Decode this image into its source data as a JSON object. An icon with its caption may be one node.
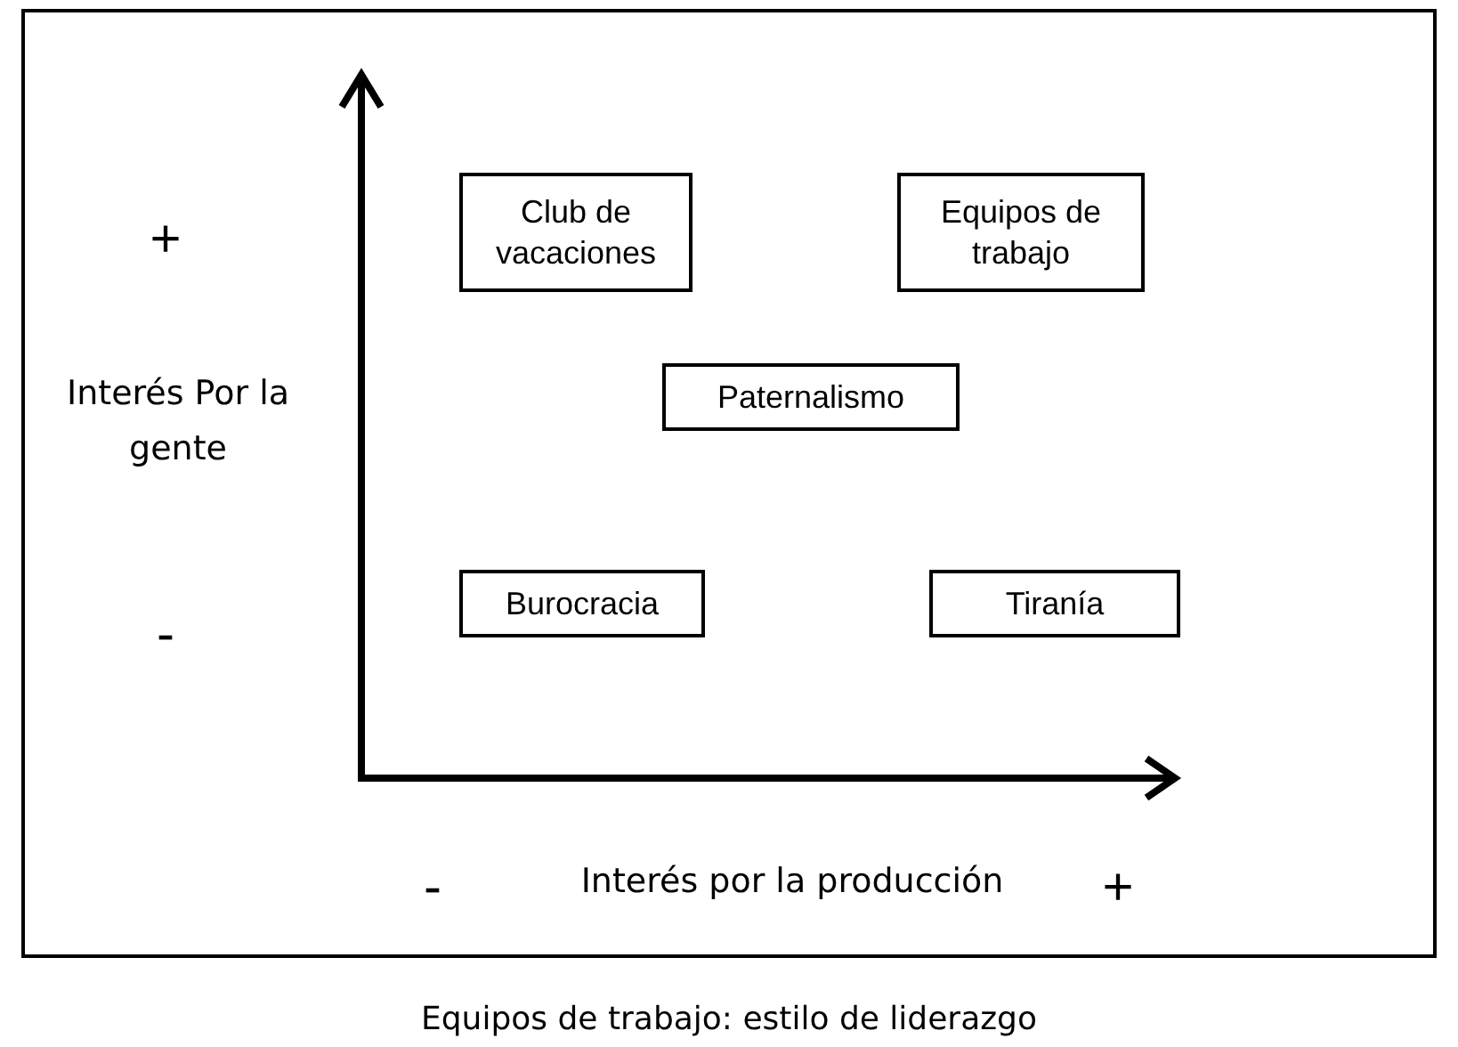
{
  "diagram": {
    "caption": "Equipos de trabajo: estilo de liderazgo",
    "nodes": [
      {
        "text": [
          "Club de vacaciones"
        ]
      },
      {
        "text": [
          "Equipos de trabajo"
        ]
      },
      {
        "text": [
          "Paternalismo"
        ]
      },
      {
        "text": [
          "Burocracia"
        ]
      },
      {
        "text": [
          "Tiranía"
        ]
      }
    ],
    "labels": [
      "+",
      "Interés Por la gente",
      "-",
      "-",
      "Interés por la producción",
      "+"
    ]
  }
}
